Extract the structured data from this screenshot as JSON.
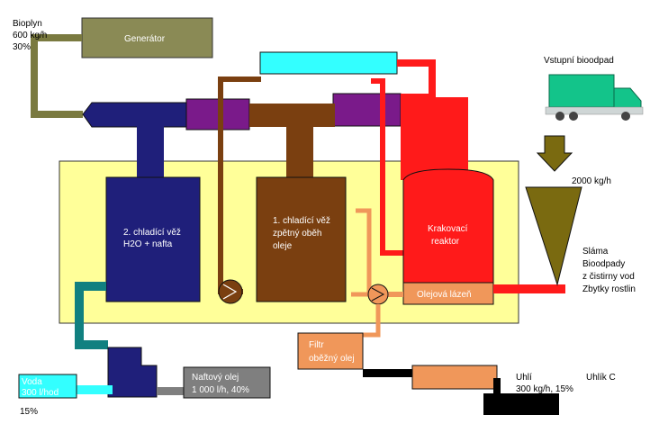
{
  "labels": {
    "bioplyn_1": "Bioplyn",
    "bioplyn_2": "600 kg/h",
    "bioplyn_3": "30%",
    "generator": "Generátor",
    "vstupni": "Vstupní bioodpad",
    "flow_2000": "2000 kg/h",
    "tower2_1": "2. chladící věž",
    "tower2_2": "H2O + nafta",
    "tower1_1": "1. chladící věž",
    "tower1_2": "zpětný oběh",
    "tower1_3": "oleje",
    "reactor_1": "Krakovací",
    "reactor_2": "reaktor",
    "olejova": "Olejová lázeň",
    "slama_1": "Sláma",
    "slama_2": "Bioodpady",
    "slama_3": "z čistirny vod",
    "slama_4": "Zbytky rostlin",
    "filtr_1": "Filtr",
    "filtr_2": "oběžný olej",
    "voda_1": "Voda",
    "voda_2": "300 l/hod",
    "voda_3": "15%",
    "nafta_1": "Naftový olej",
    "nafta_2": "1 000 l/h, 40%",
    "uhli_1": "Uhlí",
    "uhli_2": "300 kg/h, 15%",
    "uhlik": "Uhlík C"
  },
  "colors": {
    "yellow_box": "#ffff99",
    "generator": "#8a8a55",
    "navy": "#1f1f7a",
    "brown": "#7a3f10",
    "red": "#ff1a1a",
    "cyan": "#33ffff",
    "purple": "#7a1a8a",
    "teal": "#118080",
    "orange": "#f0975a",
    "olive_arrow": "#7a6a10",
    "gray": "#7f7f7f",
    "black": "#000000"
  }
}
